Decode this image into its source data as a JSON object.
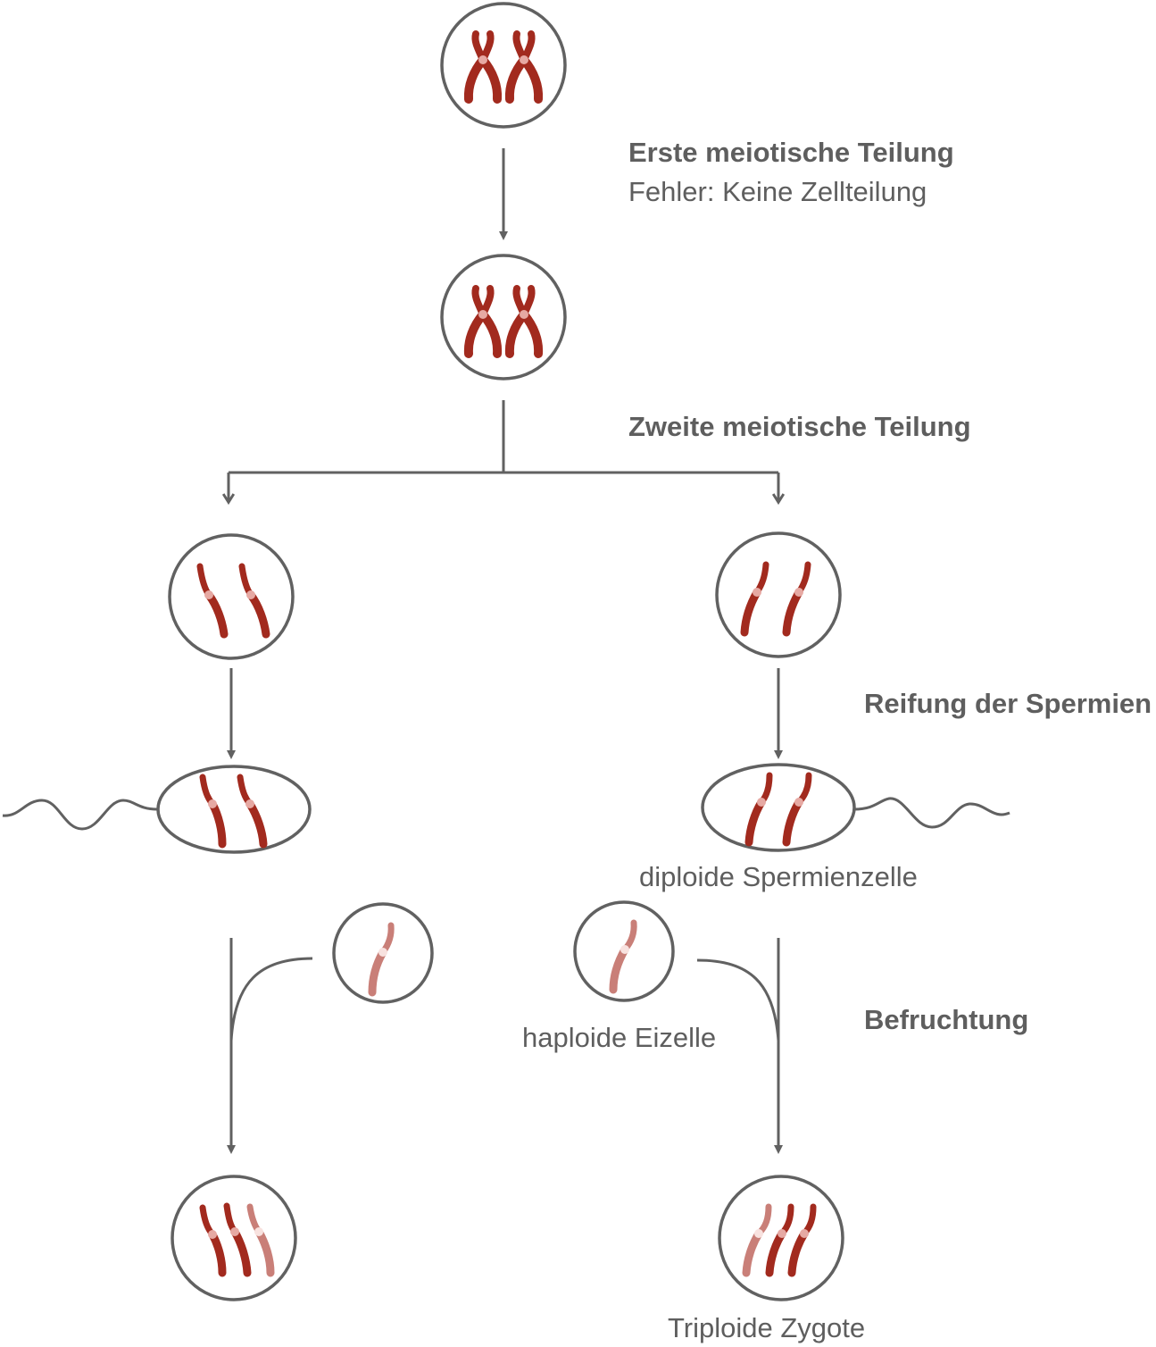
{
  "labels": {
    "first_division_title": "Erste meiotische Teilung",
    "first_division_error": "Fehler: Keine Zellteilung",
    "second_division_title": "Zweite meiotische Teilung",
    "sperm_maturation": "Reifung der Spermien",
    "diploid_sperm": "diploide Spermienzelle",
    "fertilization": "Befruchtung",
    "haploid_egg": "haploide Eizelle",
    "triploid_zygote": "Triploide Zygote"
  },
  "colors": {
    "outline": "#616161",
    "chromosome": "#a22a1e",
    "centromere": "#e6a9a3",
    "egg_chromosome": "#c97f78",
    "egg_centromere": "#f8e2df",
    "label": "#5e5e5e"
  }
}
